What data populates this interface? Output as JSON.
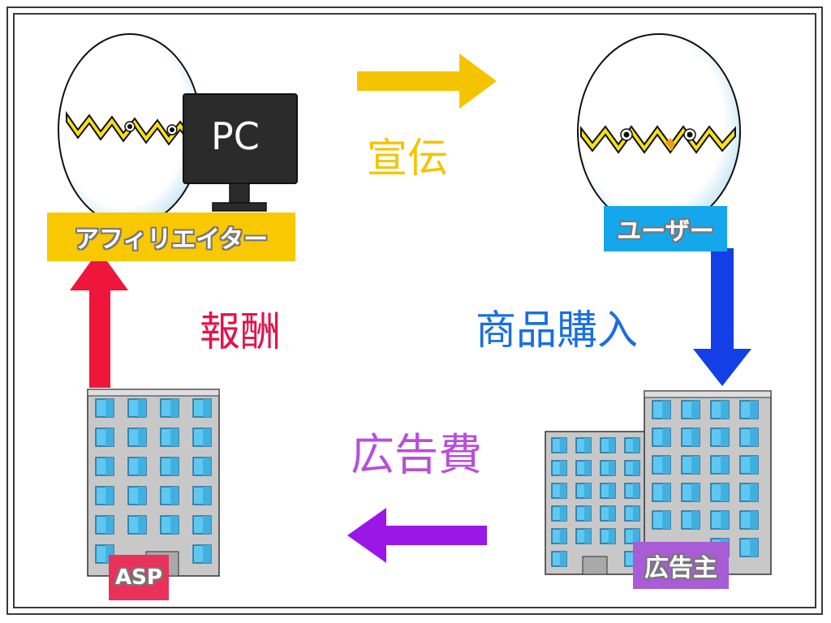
{
  "pc_label": "PC",
  "roles": {
    "affiliator": "アフィリエイター",
    "user": "ユーザー",
    "advertiser": "広告主",
    "asp": "ASP"
  },
  "flows": {
    "promotion": "宣伝",
    "purchase": "商品購入",
    "ad_fee": "広告費",
    "reward": "報酬"
  },
  "colors": {
    "promotion": "#f5c400",
    "purchase": "#1a6fe0",
    "ad_fee": "#b84fd8",
    "reward": "#e3134a",
    "affiliator_badge": "#f8c800",
    "user_badge": "#14a7ec",
    "advertiser_badge": "#a85cd6",
    "asp_badge": "#e8325a"
  }
}
